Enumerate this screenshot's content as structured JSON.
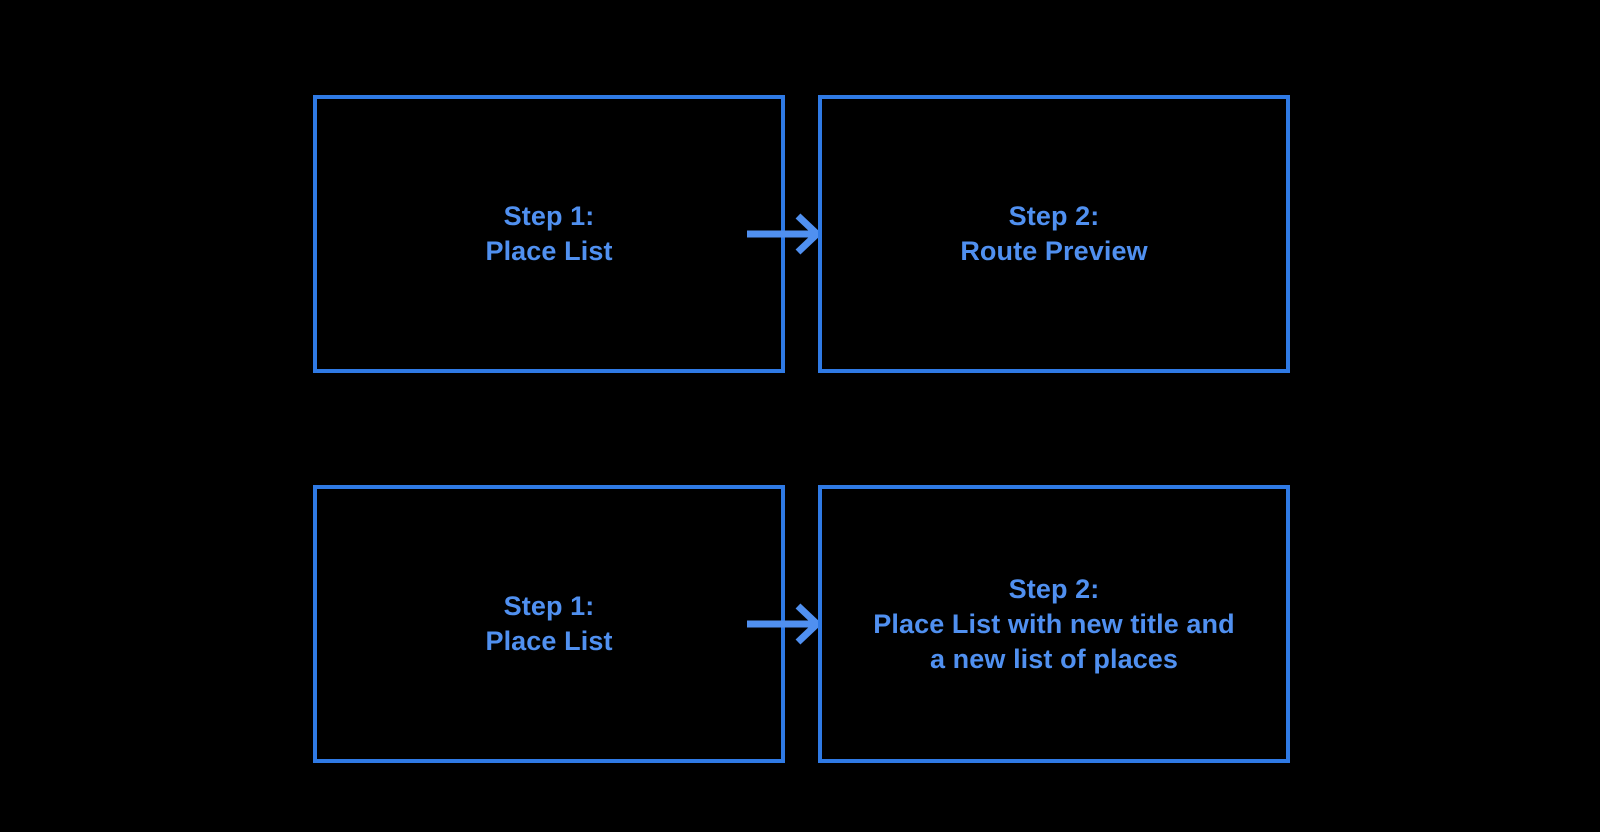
{
  "diagram": {
    "title": "Two-flow step diagram",
    "background_color": "#000000",
    "border_color": "#2f7ae5",
    "text_color": "#5090f0",
    "arrow_color": "#5090f0",
    "flows": [
      {
        "id": "flow-route-preview",
        "steps": [
          {
            "id": "step-1-place-list",
            "label": "Step 1:\nPlace List"
          },
          {
            "id": "step-2-route-preview",
            "label": "Step 2:\nRoute Preview"
          }
        ],
        "connector": {
          "id": "arrow-1",
          "icon": "arrow-right-icon"
        }
      },
      {
        "id": "flow-new-place-list",
        "steps": [
          {
            "id": "step-1-place-list",
            "label": "Step 1:\nPlace List"
          },
          {
            "id": "step-2-new-place-list",
            "label": "Step 2:\nPlace List with new title and\na new list of places"
          }
        ],
        "connector": {
          "id": "arrow-2",
          "icon": "arrow-right-icon"
        }
      }
    ]
  }
}
